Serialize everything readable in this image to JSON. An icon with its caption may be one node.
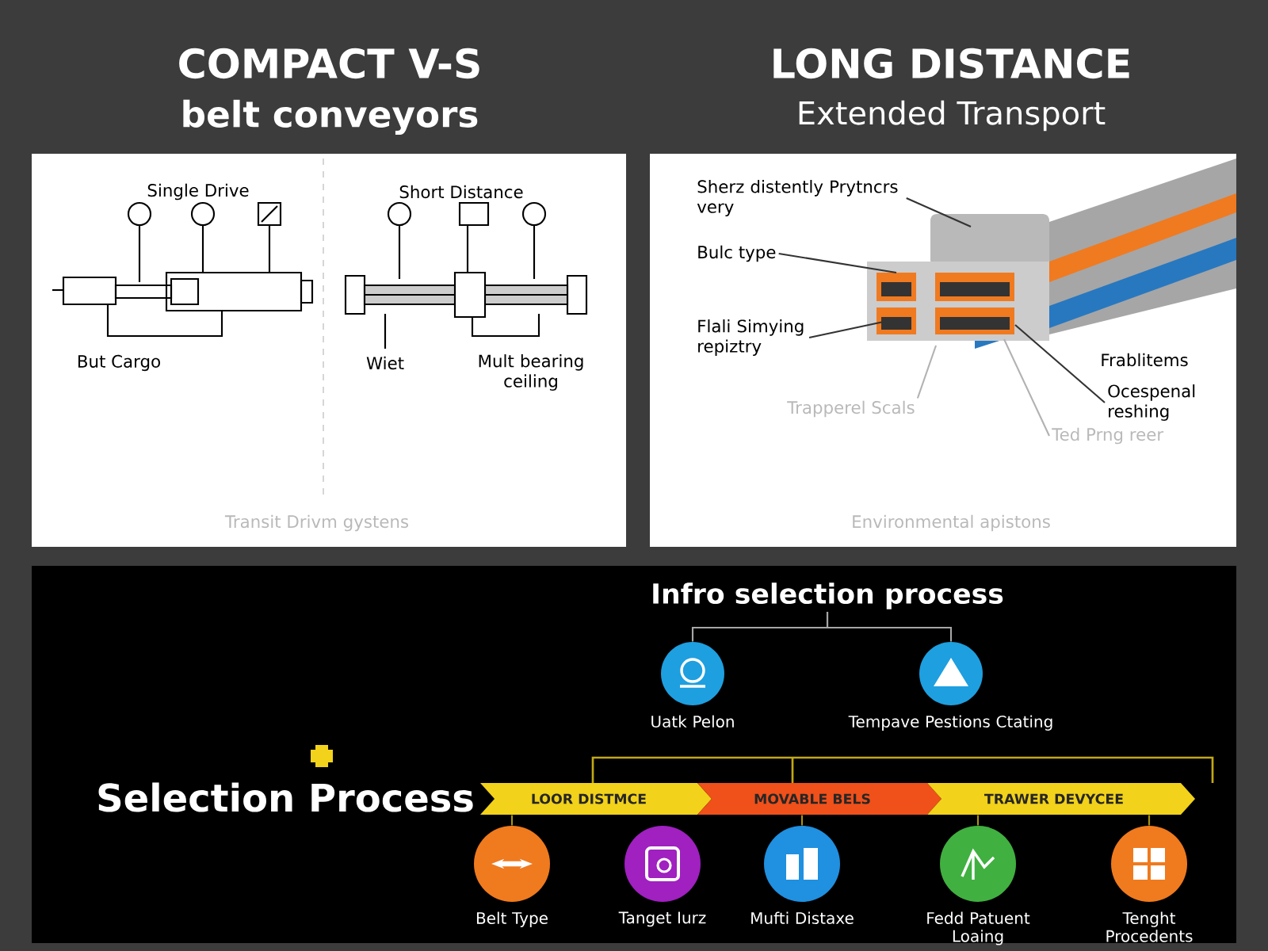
{
  "diagram": {
    "nodes": [
      {
        "text": [
          "Sherz distently Prytncrs very"
        ]
      },
      {
        "text": [
          "Bulc type"
        ]
      },
      {
        "text": [
          "Flali Simying repiztry"
        ]
      },
      {
        "text": [
          "Ocespenal reshing"
        ]
      },
      {
        "text": [
          "Trapperel Scals"
        ]
      },
      {
        "text": [
          "Ted Prng reer"
        ]
      },
      {
        "text": [
          "Infro selection process"
        ]
      },
      {
        "text": [
          "Uatk Pelon"
        ]
      },
      {
        "text": [
          "Tempave Pestions Ctating"
        ]
      },
      {
        "text": [
          "LOOR DISTMCE"
        ]
      },
      {
        "text": [
          "MOVABLE BELS"
        ]
      },
      {
        "text": [
          "TRAWER DEVYCEE"
        ]
      },
      {
        "text": [
          "Belt Type"
        ]
      },
      {
        "text": [
          "Tanget Iurz"
        ]
      },
      {
        "text": [
          "Mufti Distaxe"
        ]
      },
      {
        "text": [
          "Fedd Patuent Loaing"
        ]
      },
      {
        "text": [
          "Tenght Procedents"
        ]
      },
      {
        "text": [],
        "shape": "picture"
      }
    ],
    "edges": [
      {
        "from": 0,
        "to": 17,
        "arrow": "none"
      },
      {
        "from": 1,
        "to": 17,
        "arrow": "none"
      },
      {
        "from": 2,
        "to": 17,
        "arrow": "none"
      },
      {
        "from": 3,
        "to": 17,
        "arrow": "none"
      },
      {
        "from": 4,
        "to": 17,
        "arrow": "none",
        "color": "#b2b2b2"
      },
      {
        "from": 5,
        "to": 17,
        "arrow": "none",
        "color": "#b2b2b2"
      },
      {
        "from": 6,
        "to": 7,
        "arrow": "none",
        "color": "#a6a6a6"
      },
      {
        "from": 6,
        "to": 8,
        "arrow": "none",
        "color": "#a6a6a6"
      },
      {
        "from": 9,
        "to": 12,
        "arrow": "none",
        "color": "#a99312"
      },
      {
        "from": 10,
        "to": 14,
        "arrow": "none",
        "color": "#a99312"
      },
      {
        "from": 11,
        "to": 15,
        "arrow": "none",
        "color": "#a99312"
      },
      {
        "from": 11,
        "to": 16,
        "arrow": "none",
        "color": "#a99312"
      }
    ],
    "labels": [
      "COMPACT V-S",
      "belt conveyors",
      "LONG DISTANCE",
      "Extended Transport",
      "Single Drive",
      "Short Distance",
      "But Cargo",
      "Wiet",
      "Mult bearing ceiling",
      "Frablitems",
      "Transit Drivm gystens",
      "Environmental apistons",
      "Selection Process"
    ]
  }
}
